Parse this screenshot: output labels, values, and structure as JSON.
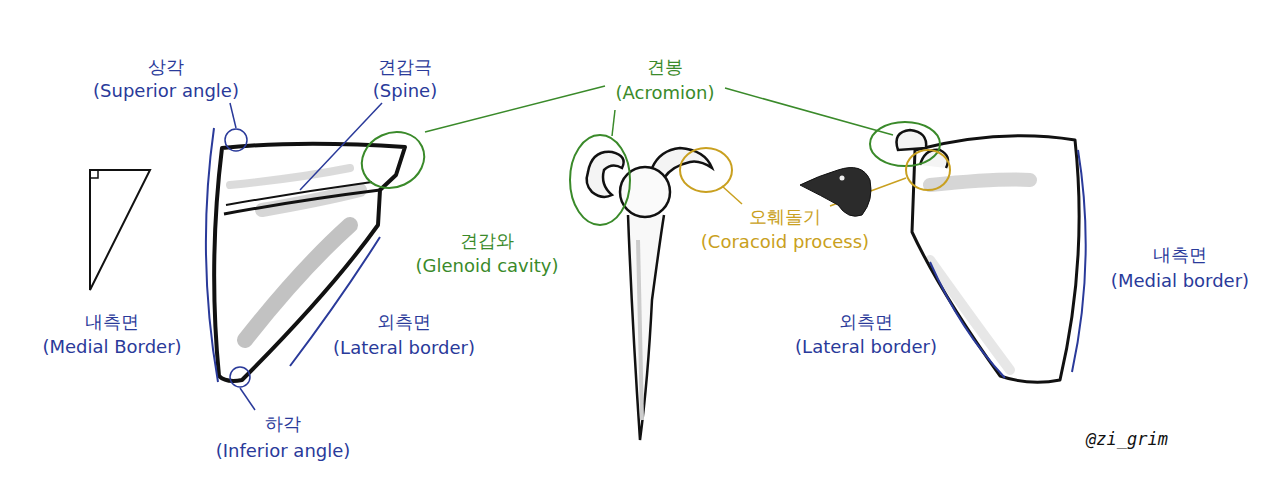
{
  "diagram": {
    "labels": [
      "상각",
      "(Superior angle)",
      "견갑극",
      "(Spine)",
      "견봉",
      "(Acromion)",
      "견갑와",
      "(Glenoid cavity)",
      "오훼돌기",
      "(Coracoid process)",
      "내측면",
      "(Medial Border)",
      "외측면",
      "(Lateral border)",
      "내측면",
      "(Medial border)",
      "외측면",
      "(Lateral border)",
      "하각",
      "(Inferior angle)",
      "@zi_grim"
    ]
  }
}
